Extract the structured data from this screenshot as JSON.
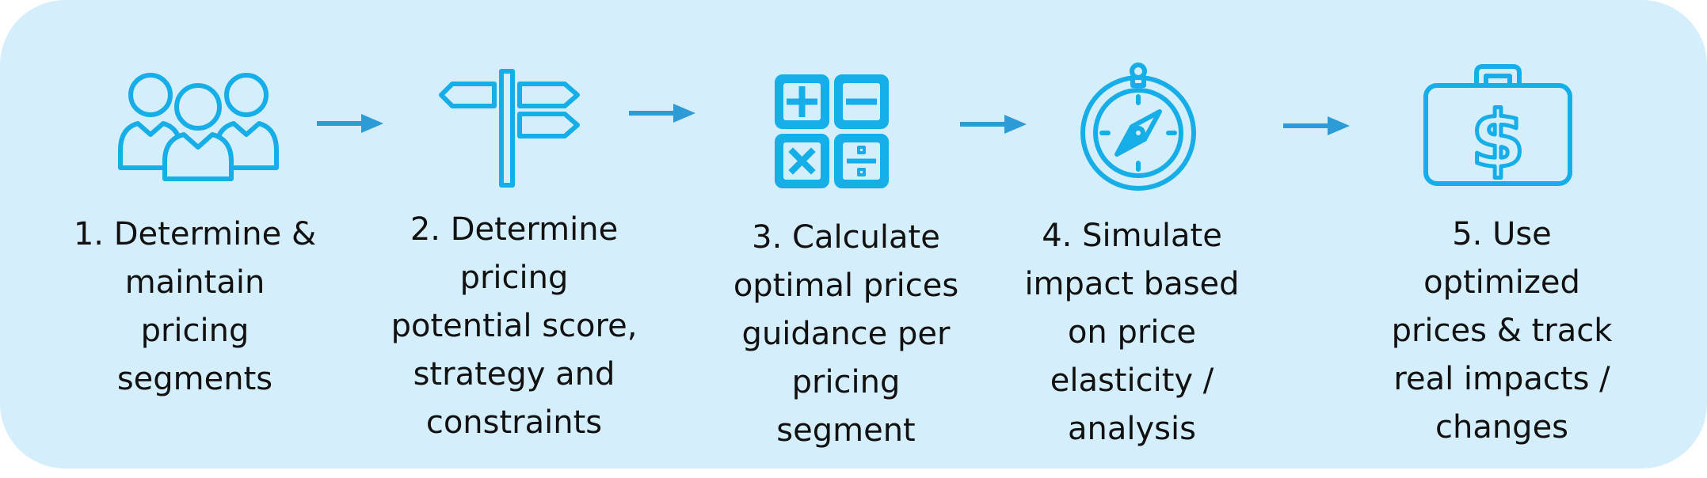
{
  "colors": {
    "panel_background": "#d5eefb",
    "icon_stroke": "#16aee8",
    "arrow": "#2d9bd6",
    "text": "#111111"
  },
  "steps": [
    {
      "icon": "people-group-icon",
      "lines": [
        "1. Determine &",
        "maintain",
        "pricing",
        "segments"
      ]
    },
    {
      "icon": "signpost-icon",
      "lines": [
        "2. Determine",
        "pricing",
        "potential score,",
        "strategy and",
        "constraints"
      ]
    },
    {
      "icon": "calculator-icon",
      "lines": [
        "3. Calculate",
        "optimal prices",
        "guidance per",
        "pricing",
        "segment"
      ]
    },
    {
      "icon": "compass-icon",
      "lines": [
        "4. Simulate",
        "impact based",
        "on price",
        "elasticity /",
        "analysis"
      ]
    },
    {
      "icon": "money-briefcase-icon",
      "lines": [
        "5. Use",
        "optimized",
        "prices & track",
        "real impacts /",
        "changes"
      ]
    }
  ],
  "connectors": [
    "arrow-right-icon",
    "arrow-right-icon",
    "arrow-right-icon",
    "arrow-right-icon"
  ]
}
